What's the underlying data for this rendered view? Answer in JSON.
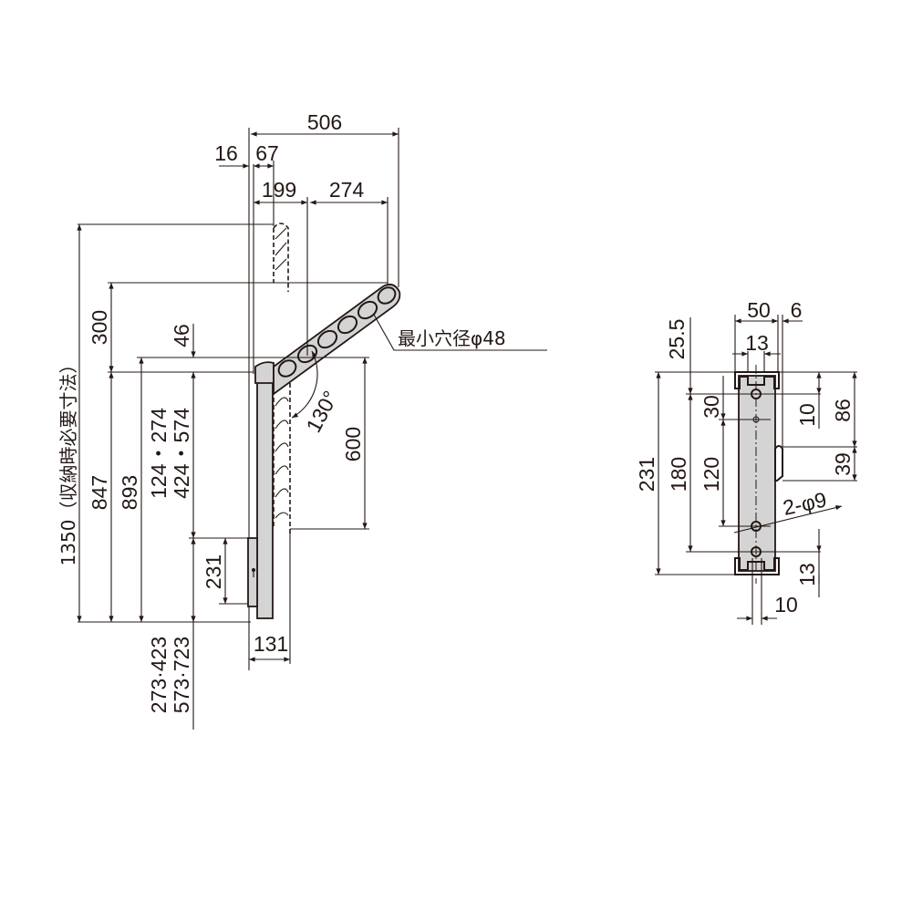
{
  "side_view": {
    "dim_total_width": "506",
    "dim_wall_gap": "16",
    "dim_post_depth": "67",
    "dim_arm_base": "199",
    "dim_arm_reach": "274",
    "dim_total_height": "1350（収納時必要寸法）",
    "dim_arm_rise": "300",
    "dim_pivot_height": "847",
    "dim_arm_height": "893",
    "dim_cap_offset": "46",
    "dim_adjust_upper_1": "124・274",
    "dim_adjust_upper_2": "424・574",
    "dim_plate_height": "231",
    "dim_adjust_lower_1": "273·423",
    "dim_adjust_lower_2": "573·723",
    "dim_depth": "131",
    "dim_arm_drop": "600",
    "angle": "130°",
    "hole_note": "最小穴径φ48"
  },
  "front_view": {
    "dim_width": "50",
    "dim_clip": "6",
    "dim_slot": "13",
    "dim_top_offset": "25.5",
    "dim_height": "231",
    "dim_hole_pitch_outer": "180",
    "dim_hole_pitch_inner": "120",
    "dim_hole_gap": "30",
    "dim_top_hole": "10",
    "dim_clip_pos": "86",
    "dim_clip_len": "39",
    "hole_spec": "2-φ9",
    "dim_bottom_hole": "13",
    "dim_bottom_slot": "10"
  }
}
